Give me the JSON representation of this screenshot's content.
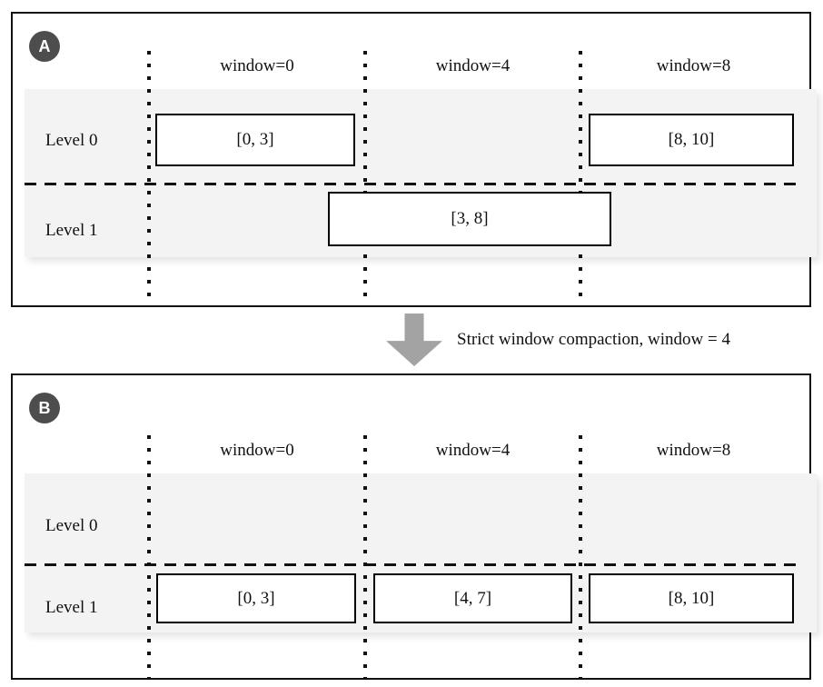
{
  "figure": {
    "type": "diagram",
    "subject": "LSM-tree strict window compaction",
    "panels": [
      {
        "id": "A",
        "badge_label": "A",
        "columns": [
          {
            "label": "window=0"
          },
          {
            "label": "window=4"
          },
          {
            "label": "window=8"
          }
        ],
        "rows": [
          {
            "label": "Level 0"
          },
          {
            "label": "Level 1"
          }
        ],
        "boxes": [
          {
            "label": "[0, 3]",
            "level": 0,
            "window": 0
          },
          {
            "label": "[8, 10]",
            "level": 0,
            "window": 8
          },
          {
            "label": "[3, 8]",
            "level": 1,
            "window": 4
          }
        ]
      },
      {
        "id": "B",
        "badge_label": "B",
        "columns": [
          {
            "label": "window=0"
          },
          {
            "label": "window=4"
          },
          {
            "label": "window=8"
          }
        ],
        "rows": [
          {
            "label": "Level 0"
          },
          {
            "label": "Level 1"
          }
        ],
        "boxes": [
          {
            "label": "[0, 3]",
            "level": 1,
            "window": 0
          },
          {
            "label": "[4, 7]",
            "level": 1,
            "window": 4
          },
          {
            "label": "[8, 10]",
            "level": 1,
            "window": 8
          }
        ]
      }
    ],
    "transition": {
      "caption": "Strict window compaction, window = 4",
      "arrow_direction": "down"
    },
    "colors": {
      "band": "#f3f3f3",
      "badge": "#4d4d4d",
      "badge_text": "#ffffff",
      "arrow": "#a3a3a3",
      "stroke": "#111111",
      "box_fill": "#ffffff"
    }
  }
}
